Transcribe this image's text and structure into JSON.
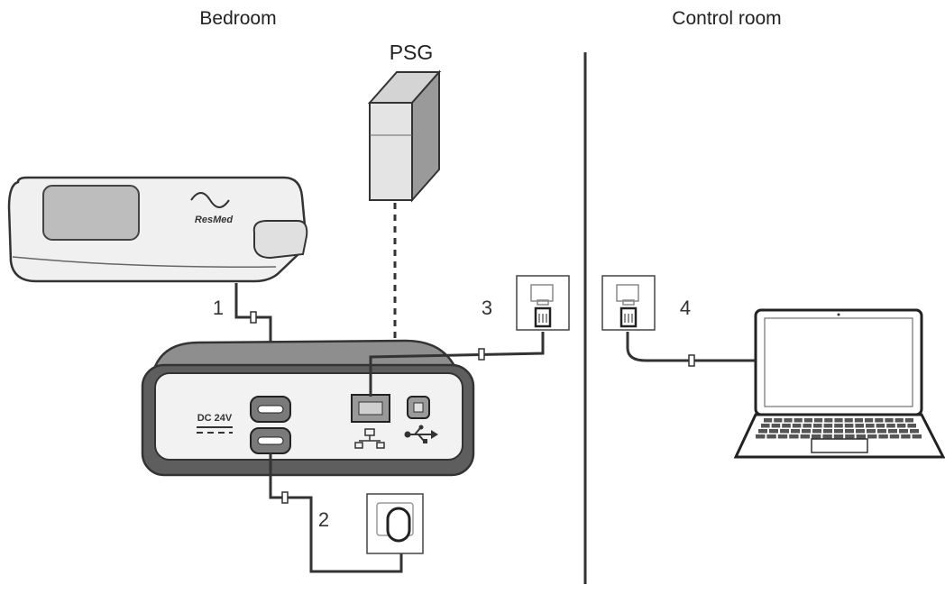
{
  "regions": {
    "bedroom": "Bedroom",
    "control_room": "Control room"
  },
  "psg_label": "PSG",
  "device": {
    "brand": "ResMed"
  },
  "hub": {
    "dc_label": "DC 24V"
  },
  "callouts": {
    "c1": "1",
    "c2": "2",
    "c3": "3",
    "c4": "4"
  },
  "icons": {
    "network": "network-icon",
    "usb": "usb-icon"
  }
}
